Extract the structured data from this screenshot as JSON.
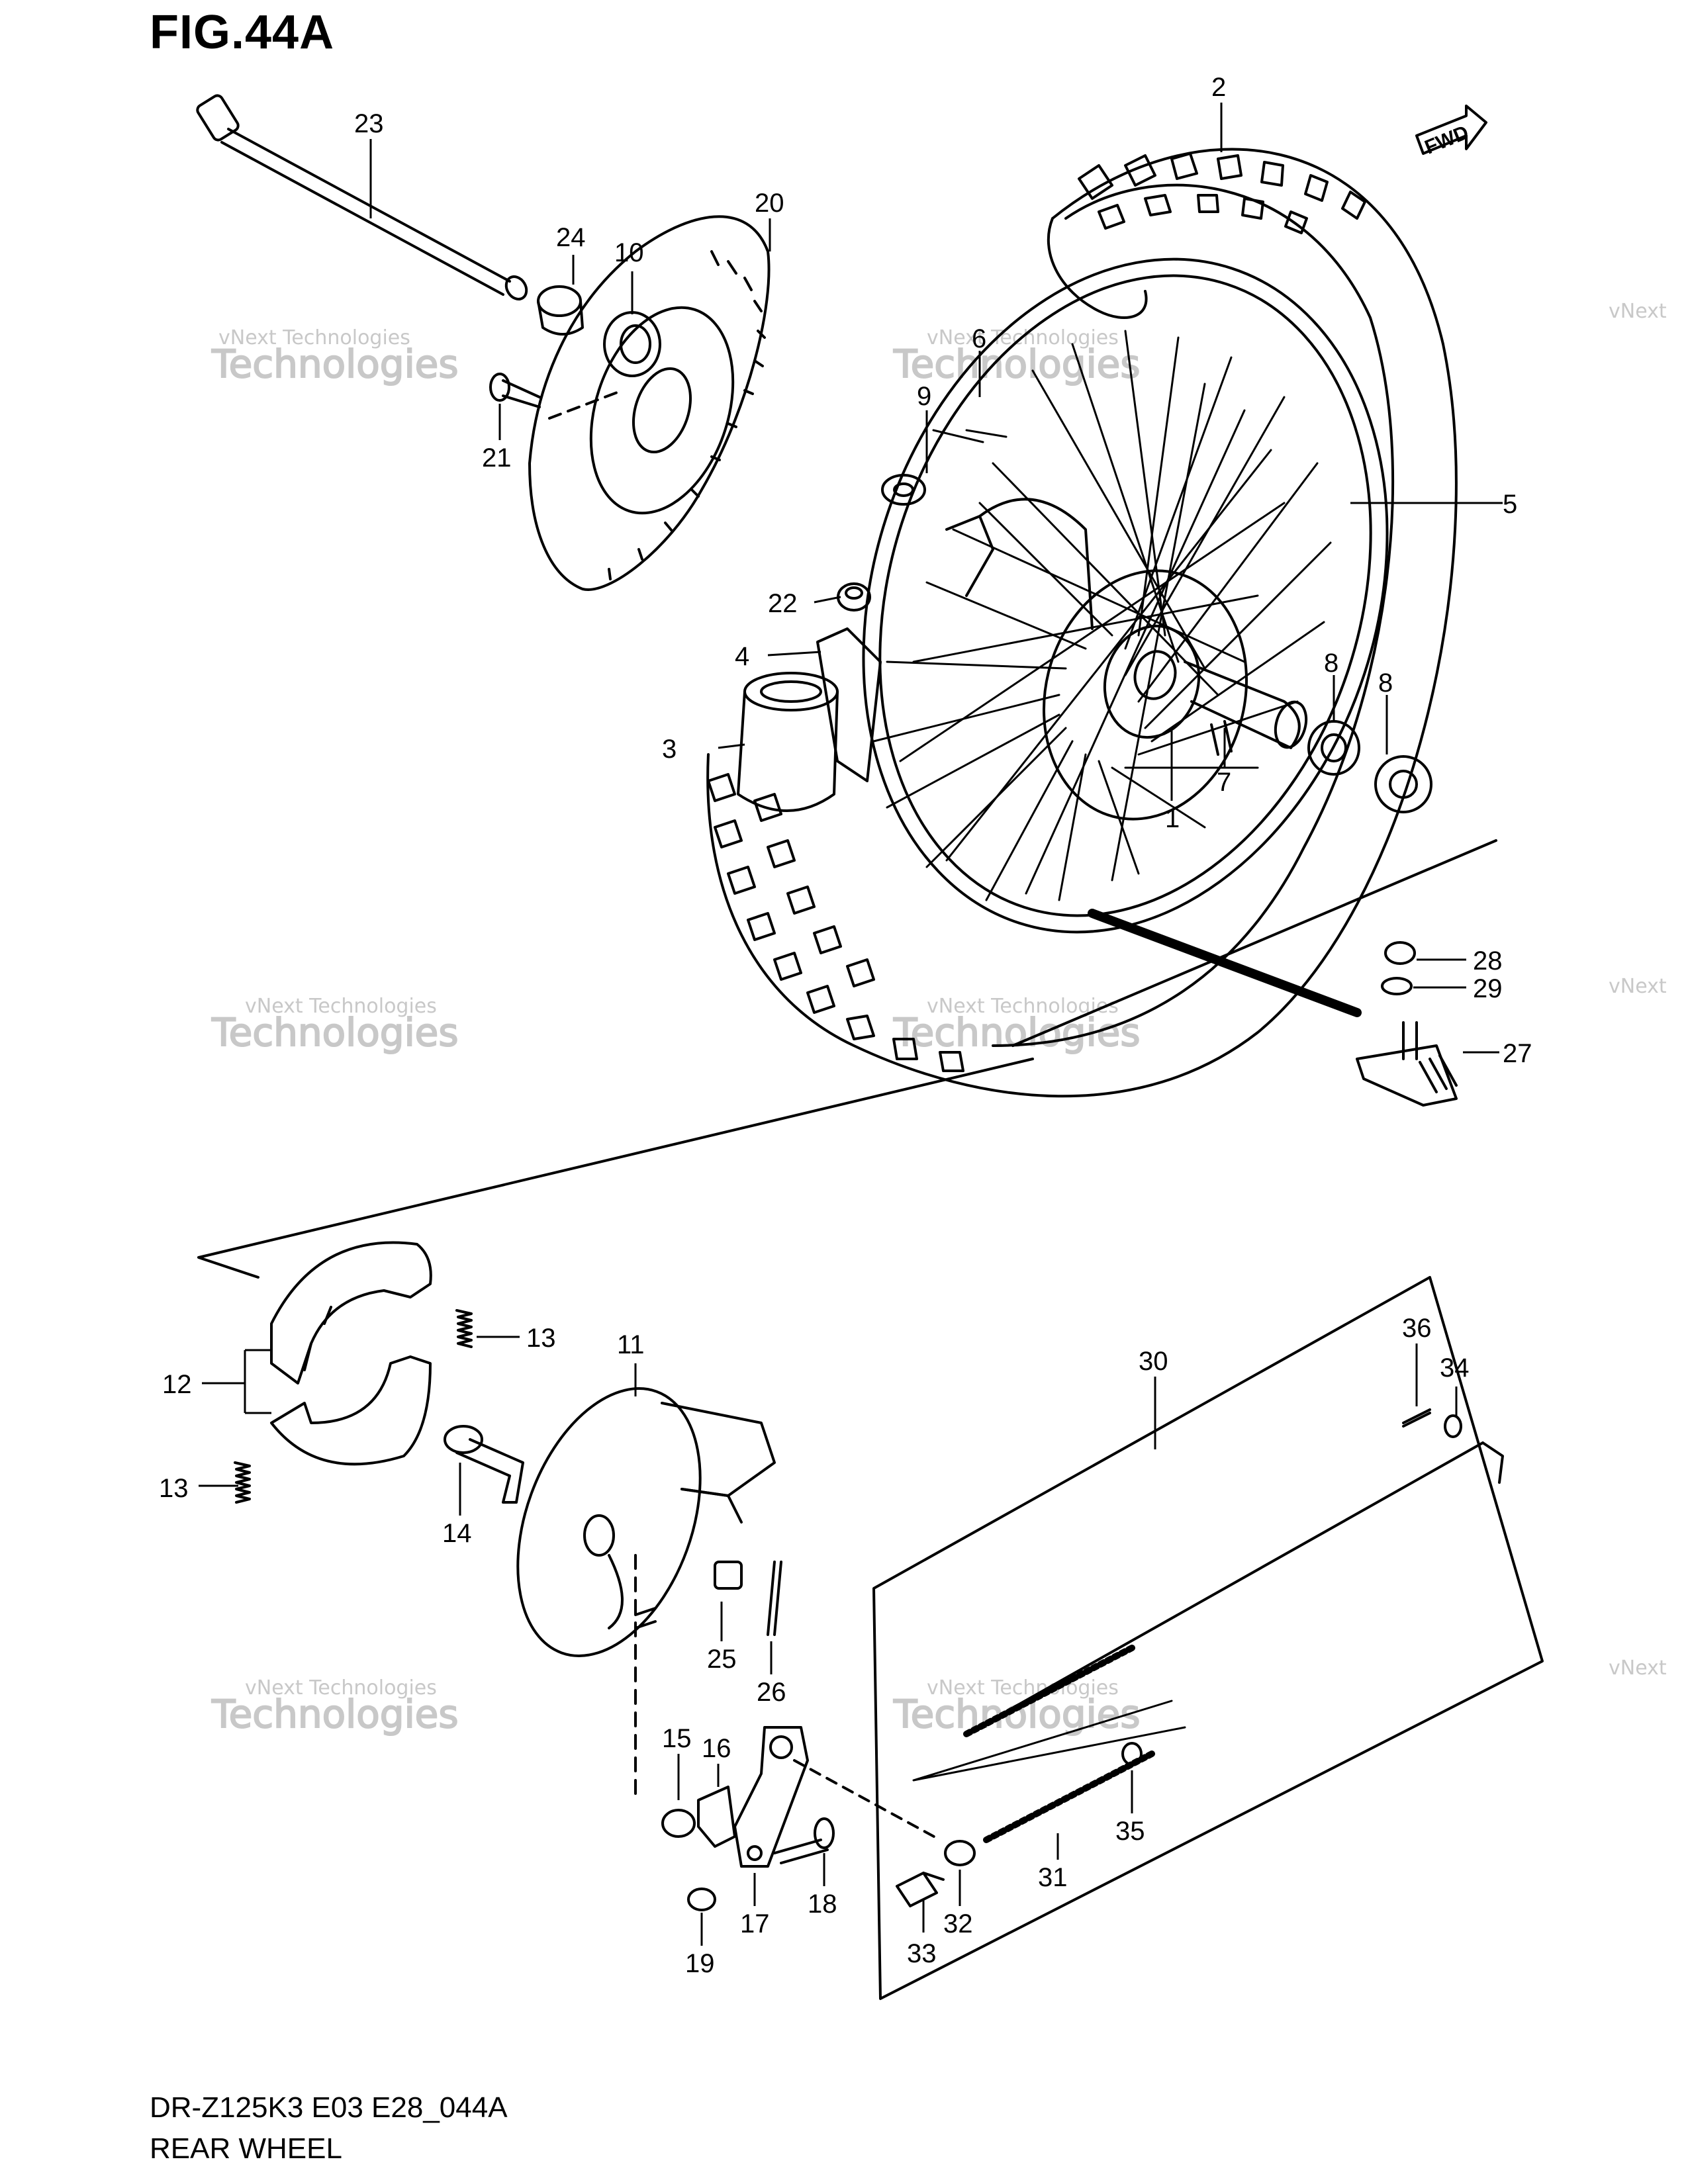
{
  "figure": {
    "title": "FIG.44A",
    "model_code": "DR-Z125K3 E03 E28_044A",
    "section_name": "REAR WHEEL",
    "direction_badge": "FWD",
    "watermark_brand": "vNext Technologies",
    "watermark_word": "Technologies",
    "watermark_small": "vNext"
  },
  "callouts": [
    {
      "num": "1"
    },
    {
      "num": "2"
    },
    {
      "num": "3"
    },
    {
      "num": "4"
    },
    {
      "num": "5"
    },
    {
      "num": "6"
    },
    {
      "num": "7"
    },
    {
      "num": "8"
    },
    {
      "num": "8"
    },
    {
      "num": "9"
    },
    {
      "num": "10"
    },
    {
      "num": "11"
    },
    {
      "num": "12"
    },
    {
      "num": "13"
    },
    {
      "num": "13"
    },
    {
      "num": "14"
    },
    {
      "num": "15"
    },
    {
      "num": "16"
    },
    {
      "num": "17"
    },
    {
      "num": "18"
    },
    {
      "num": "19"
    },
    {
      "num": "20"
    },
    {
      "num": "21"
    },
    {
      "num": "22"
    },
    {
      "num": "23"
    },
    {
      "num": "24"
    },
    {
      "num": "25"
    },
    {
      "num": "26"
    },
    {
      "num": "27"
    },
    {
      "num": "28"
    },
    {
      "num": "29"
    },
    {
      "num": "30"
    },
    {
      "num": "31"
    },
    {
      "num": "32"
    },
    {
      "num": "33"
    },
    {
      "num": "34"
    },
    {
      "num": "35"
    },
    {
      "num": "36"
    }
  ]
}
